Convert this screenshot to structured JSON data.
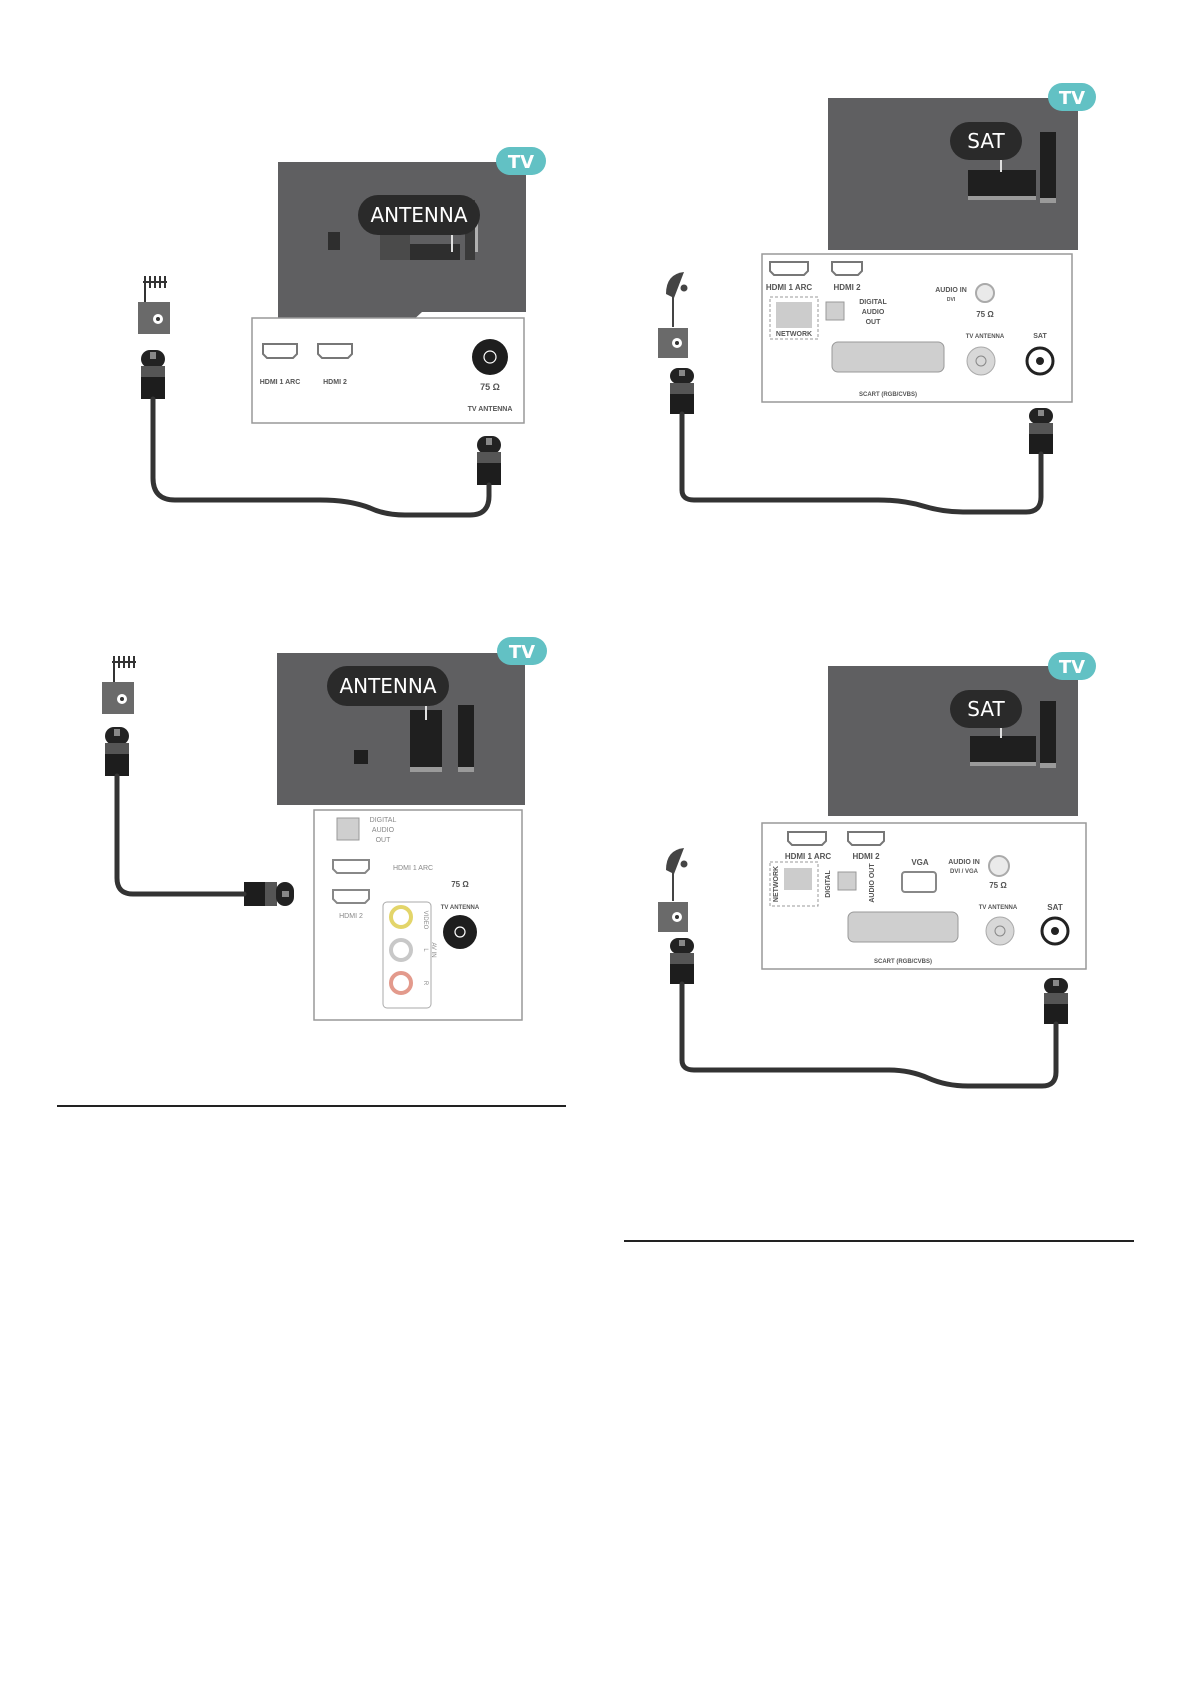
{
  "fig1": {
    "badge": "TV",
    "callout": "ANTENNA",
    "ports": {
      "hdmi1": "HDMI 1 ARC",
      "hdmi2": "HDMI 2",
      "ohm": "75 Ω",
      "antenna": "TV ANTENNA"
    }
  },
  "fig2": {
    "badge": "TV",
    "callout": "SAT",
    "ports": {
      "hdmi1": "HDMI 1 ARC",
      "hdmi2": "HDMI 2",
      "digital1": "DIGITAL",
      "digital2": "AUDIO",
      "digital3": "OUT",
      "audioin": "AUDIO IN",
      "dvi": "DVI",
      "ohm": "75 Ω",
      "antenna": "TV ANTENNA",
      "sat": "SAT",
      "network": "NETWORK",
      "scart": "SCART (RGB/CVBS)"
    }
  },
  "fig3": {
    "badge": "TV",
    "callout": "ANTENNA",
    "ports": {
      "digital1": "DIGITAL",
      "digital2": "AUDIO",
      "digital3": "OUT",
      "hdmi1": "HDMI 1 ARC",
      "hdmi2": "HDMI 2",
      "ohm": "75 Ω",
      "antenna": "TV ANTENNA",
      "video": "VIDEO",
      "l": "L",
      "avin": "AV IN",
      "r": "R"
    }
  },
  "fig4": {
    "badge": "TV",
    "callout": "SAT",
    "ports": {
      "hdmi1": "HDMI 1 ARC",
      "hdmi2": "HDMI 2",
      "vga": "VGA",
      "audioin": "AUDIO IN",
      "dvivga": "DVI / VGA",
      "ohm": "75 Ω",
      "antenna": "TV ANTENNA",
      "sat": "SAT",
      "network": "NETWORK",
      "digital": "DIGITAL",
      "audioout": "AUDIO OUT",
      "scart": "SCART (RGB/CVBS)"
    }
  },
  "colors": {
    "tv_body": "#5f5f61",
    "badge": "#62c1c4",
    "callout": "#2a2a2a",
    "cable": "#333333",
    "panel_border": "#999999"
  }
}
